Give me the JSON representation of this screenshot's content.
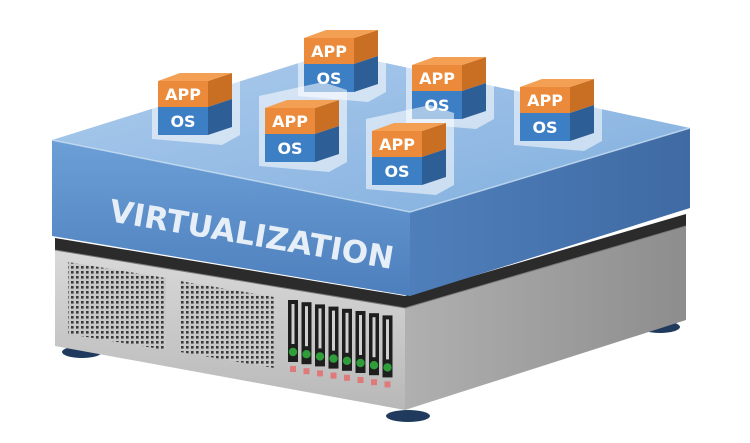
{
  "layer_label": "VIRTUALIZATION",
  "vm_boxes": [
    {
      "app": "APP",
      "os": "OS"
    },
    {
      "app": "APP",
      "os": "OS"
    },
    {
      "app": "APP",
      "os": "OS"
    },
    {
      "app": "APP",
      "os": "OS"
    },
    {
      "app": "APP",
      "os": "OS"
    },
    {
      "app": "APP",
      "os": "OS"
    }
  ],
  "colors": {
    "virtualization_layer": "#5b8fcb",
    "app_block": "#ea8a3a",
    "os_block": "#3d7fc4",
    "server_body": "#9a9a9a",
    "status_led_green": "#2f9e3a",
    "status_led_red": "#e07a7a"
  }
}
